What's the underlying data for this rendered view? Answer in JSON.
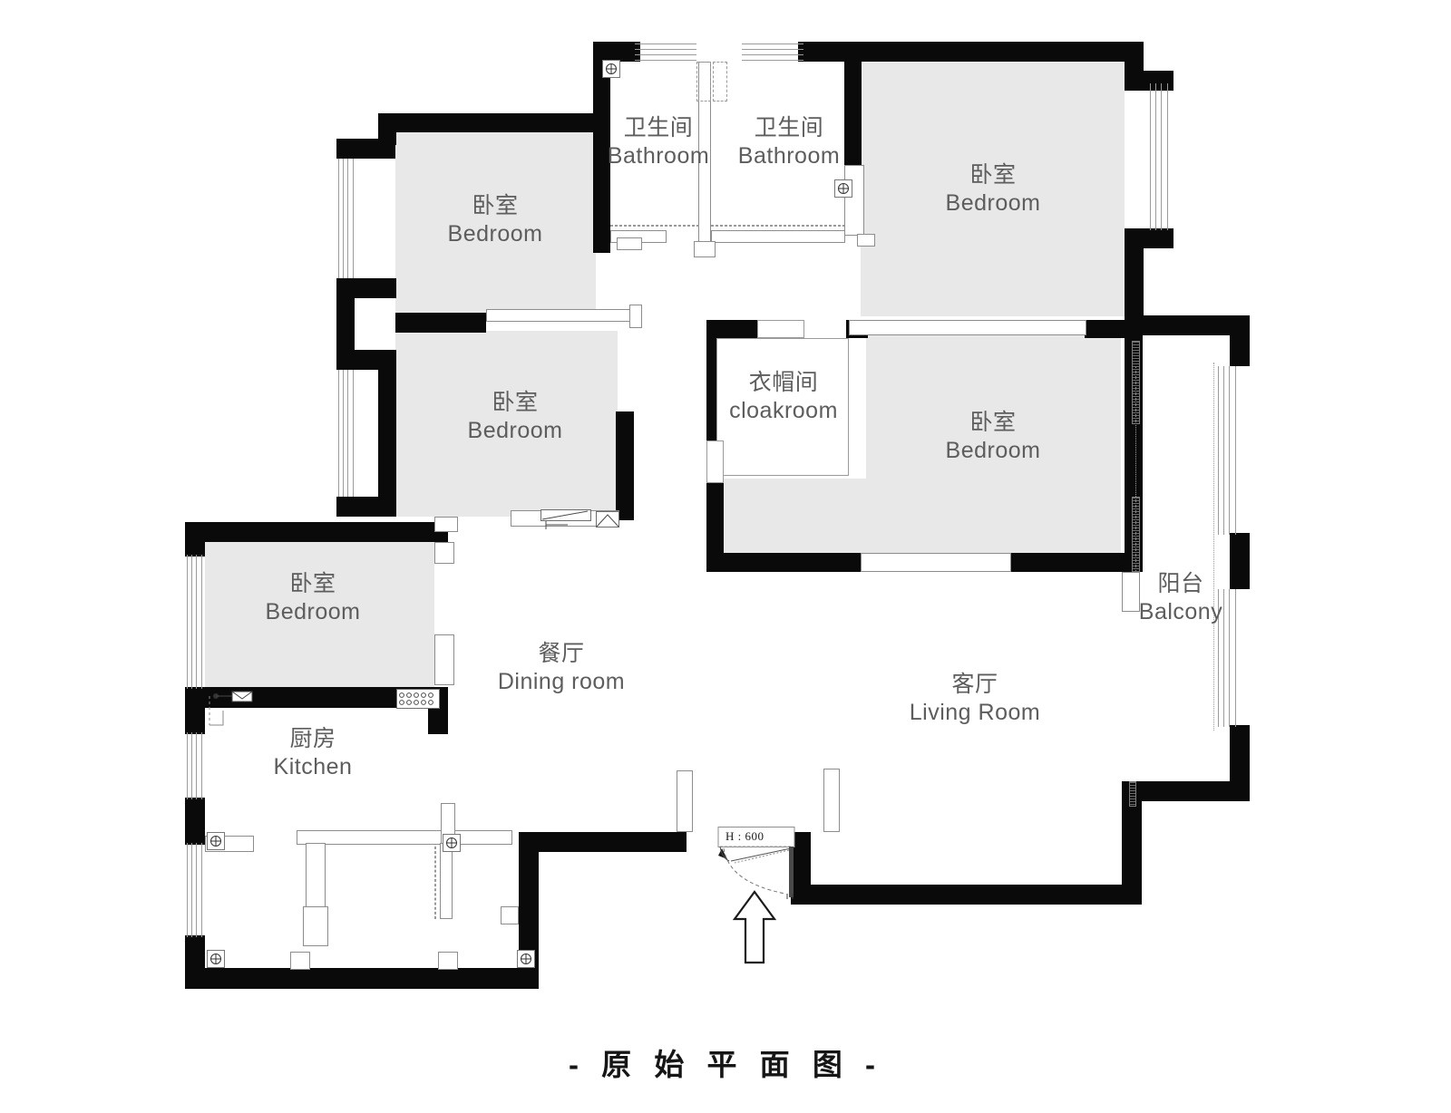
{
  "plan": {
    "title": "- 原 始 平 面 图 -",
    "entrance_door_tag": "H : 600"
  },
  "rooms": [
    {
      "id": "bathroom-left",
      "cn": "卫生间",
      "en": "Bathroom"
    },
    {
      "id": "bathroom-right",
      "cn": "卫生间",
      "en": "Bathroom"
    },
    {
      "id": "bedroom-top-left",
      "cn": "卧室",
      "en": "Bedroom"
    },
    {
      "id": "bedroom-top-right",
      "cn": "卧室",
      "en": "Bedroom"
    },
    {
      "id": "bedroom-middle-left",
      "cn": "卧室",
      "en": "Bedroom"
    },
    {
      "id": "bedroom-middle-right",
      "cn": "卧室",
      "en": "Bedroom"
    },
    {
      "id": "bedroom-bottom-left",
      "cn": "卧室",
      "en": "Bedroom"
    },
    {
      "id": "cloakroom",
      "cn": "衣帽间",
      "en": "cloakroom"
    },
    {
      "id": "balcony",
      "cn": "阳台",
      "en": "Balcony"
    },
    {
      "id": "dining-room",
      "cn": "餐厅",
      "en": "Dining room"
    },
    {
      "id": "living-room",
      "cn": "客厅",
      "en": "Living Room"
    },
    {
      "id": "kitchen",
      "cn": "厨房",
      "en": "Kitchen"
    }
  ],
  "colors": {
    "wall": "#0a0a0a",
    "room_fill": "#e8e8e8",
    "label_text": "#5d5d5d",
    "title_text": "#161616",
    "background": "#ffffff"
  }
}
